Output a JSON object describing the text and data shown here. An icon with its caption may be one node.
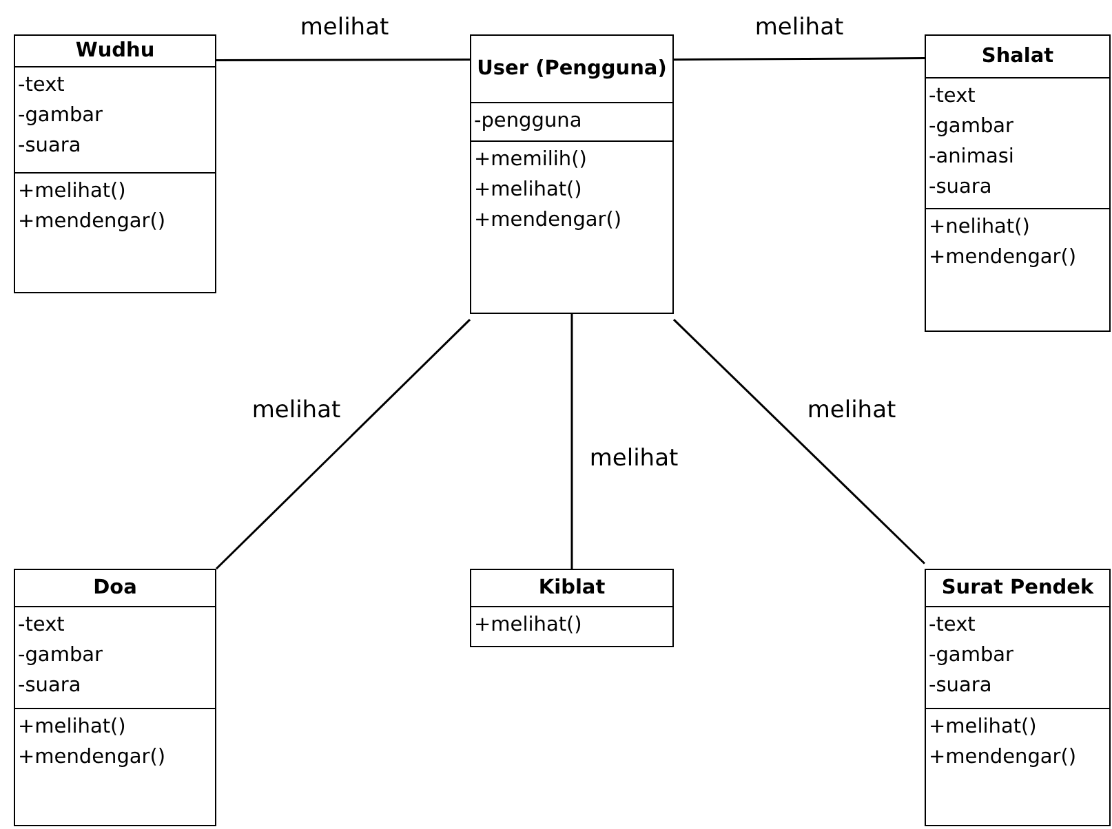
{
  "diagram": {
    "nodes": [
      {
        "text": [
          "Wudhu",
          "-text",
          "-gambar",
          "-suara",
          "+melihat()",
          "+mendengar()"
        ]
      },
      {
        "text": [
          "User (Pengguna)",
          "-pengguna",
          "+memilih()",
          "+melihat()",
          "+mendengar()"
        ]
      },
      {
        "text": [
          "Shalat",
          "-text",
          "-gambar",
          "-animasi",
          "-suara",
          "+nelihat()",
          "+mendengar()"
        ]
      },
      {
        "text": [
          "Doa",
          "-text",
          "-gambar",
          "-suara",
          "+melihat()",
          "+mendengar()"
        ]
      },
      {
        "text": [
          "Kiblat",
          "+melihat()"
        ]
      },
      {
        "text": [
          "Surat Pendek",
          "-text",
          "-gambar",
          "-suara",
          "+melihat()",
          "+mendengar()"
        ]
      }
    ],
    "edges": [
      {
        "from": 1,
        "to": 0,
        "arrow": "none",
        "label": "melihat"
      },
      {
        "from": 1,
        "to": 2,
        "arrow": "none",
        "label": "melihat"
      },
      {
        "from": 1,
        "to": 3,
        "arrow": "none",
        "label": "melihat"
      },
      {
        "from": 1,
        "to": 4,
        "arrow": "none",
        "label": "melihat"
      },
      {
        "from": 1,
        "to": 5,
        "arrow": "none",
        "label": "melihat"
      }
    ]
  }
}
